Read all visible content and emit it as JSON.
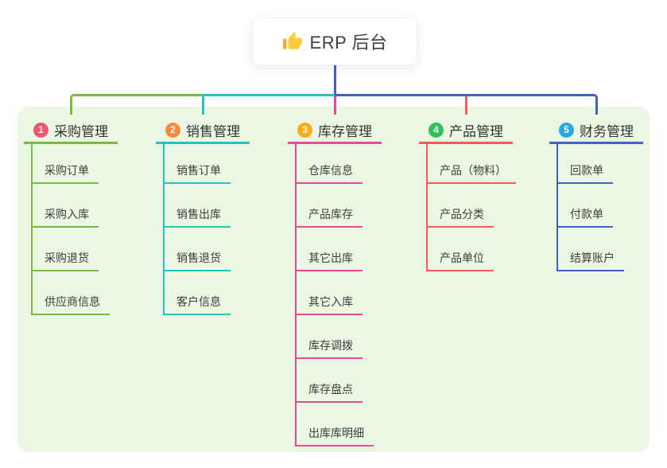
{
  "root": {
    "title": "ERP 后台",
    "icon": "thumbs-up-icon"
  },
  "colors": {
    "canvas_bg": "#ffffff",
    "panel_bg": "#EAF7E2",
    "connector_stem": "#4161C8",
    "root_text": "#3c4043",
    "branch_label_text": "#333333",
    "item_text": "#3d3d3d",
    "thumb_yellow": "#FCCB3E",
    "thumb_sleeve": "#F3AB27"
  },
  "branches": [
    {
      "num": "1",
      "label": "采购管理",
      "line_color": "#7CBB41",
      "badge_color": "#F5566F",
      "items": [
        "采购订单",
        "采购入库",
        "采购退货",
        "供应商信息"
      ]
    },
    {
      "num": "2",
      "label": "销售管理",
      "line_color": "#21C4C0",
      "badge_color": "#FB8A3E",
      "items": [
        "销售订单",
        "销售出库",
        "销售退货",
        "客户信息"
      ]
    },
    {
      "num": "3",
      "label": "库存管理",
      "line_color": "#E8499B",
      "badge_color": "#FAAD15",
      "items": [
        "仓库信息",
        "产品库存",
        "其它出库",
        "其它入库",
        "库存调拨",
        "库存盘点",
        "出库库明细"
      ]
    },
    {
      "num": "4",
      "label": "产品管理",
      "line_color": "#F65A5B",
      "badge_color": "#2FBF5B",
      "items": [
        "产品（物料）",
        "产品分类",
        "产品单位"
      ]
    },
    {
      "num": "5",
      "label": "财务管理",
      "line_color": "#4161C8",
      "badge_color": "#2AA8E0",
      "items": [
        "回款单",
        "付款单",
        "结算账户"
      ]
    }
  ]
}
